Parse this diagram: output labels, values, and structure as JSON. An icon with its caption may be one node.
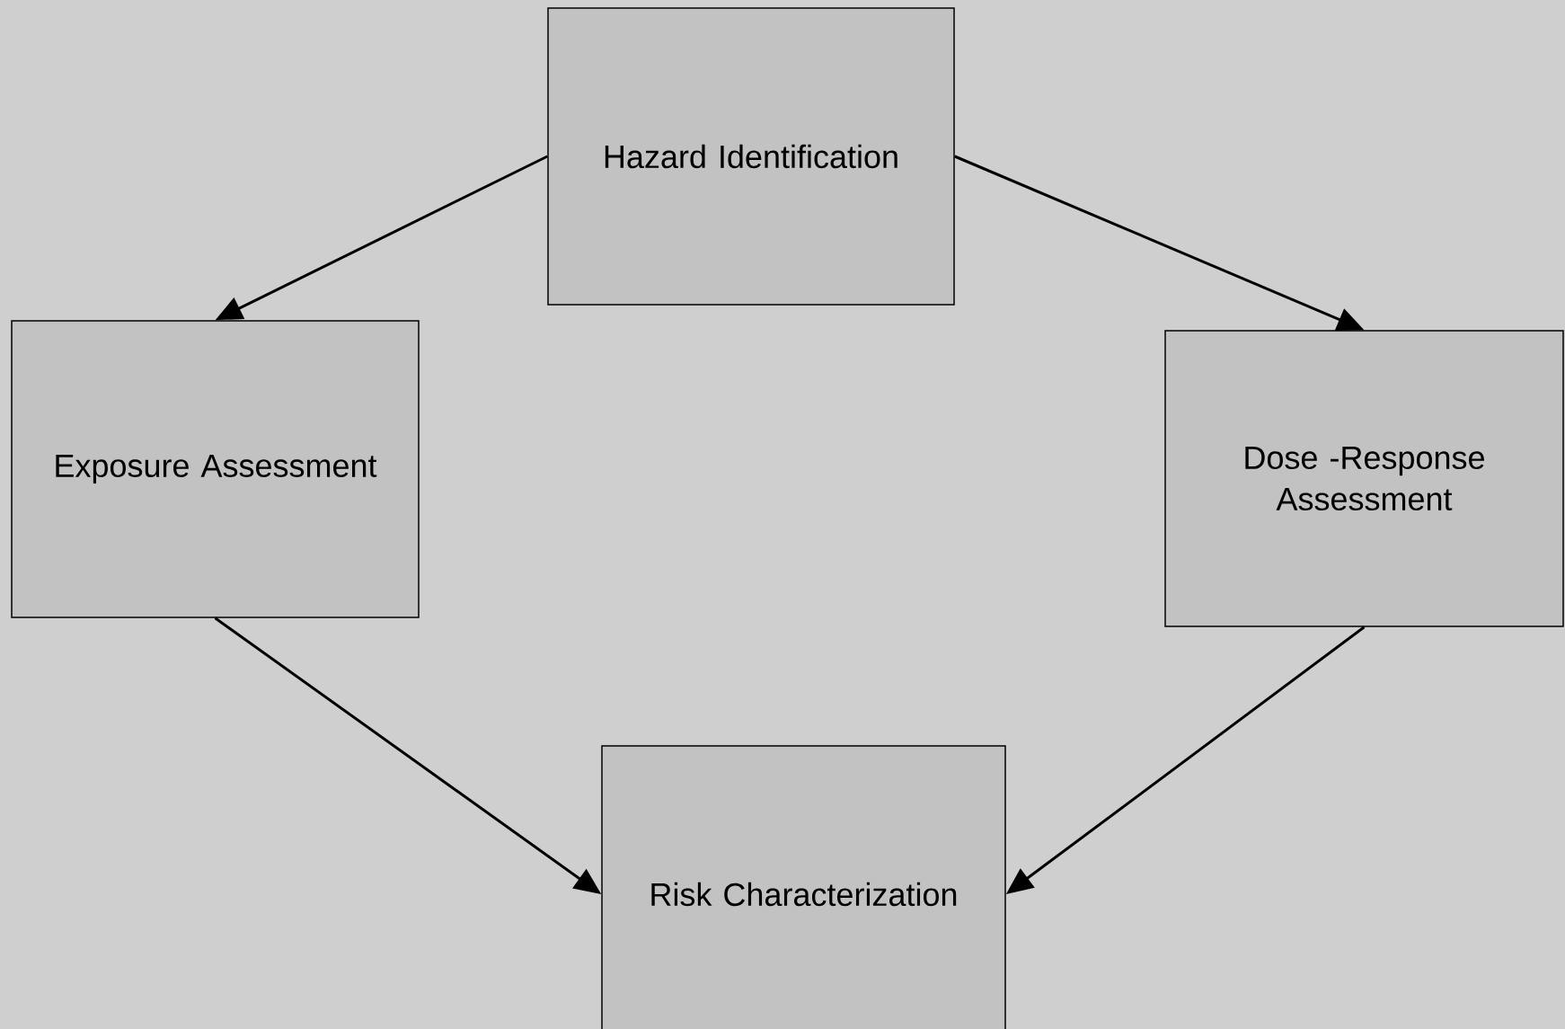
{
  "diagram": {
    "nodes": [
      {
        "text": [
          "Hazard Identification"
        ]
      },
      {
        "text": [
          "Exposure Assessment"
        ]
      },
      {
        "text": [
          "Dose -Response Assessment"
        ]
      },
      {
        "text": [
          "Risk Characterization"
        ]
      }
    ],
    "edges": [
      {
        "from": 0,
        "to": 1,
        "arrow": "to"
      },
      {
        "from": 0,
        "to": 2,
        "arrow": "to"
      },
      {
        "from": 1,
        "to": 3,
        "arrow": "to"
      },
      {
        "from": 2,
        "to": 3,
        "arrow": "to"
      }
    ]
  }
}
